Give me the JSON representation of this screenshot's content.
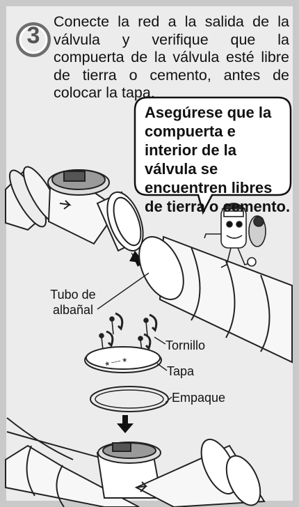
{
  "step": {
    "number": "3",
    "instruction": "Conecte la red a la salida de la válvula y verifique que la compuerta de la válvula esté libre de tierra o cemento, antes de colocar la tapa."
  },
  "callout": {
    "text": "Asegúrese que la compuerta e interior de la válvula se encuentren libres de tierra o cemento."
  },
  "labels": {
    "tubo": "Tubo de albañal",
    "tornillo": "Tornillo",
    "tapa": "Tapa",
    "empaque": "Empaque"
  }
}
